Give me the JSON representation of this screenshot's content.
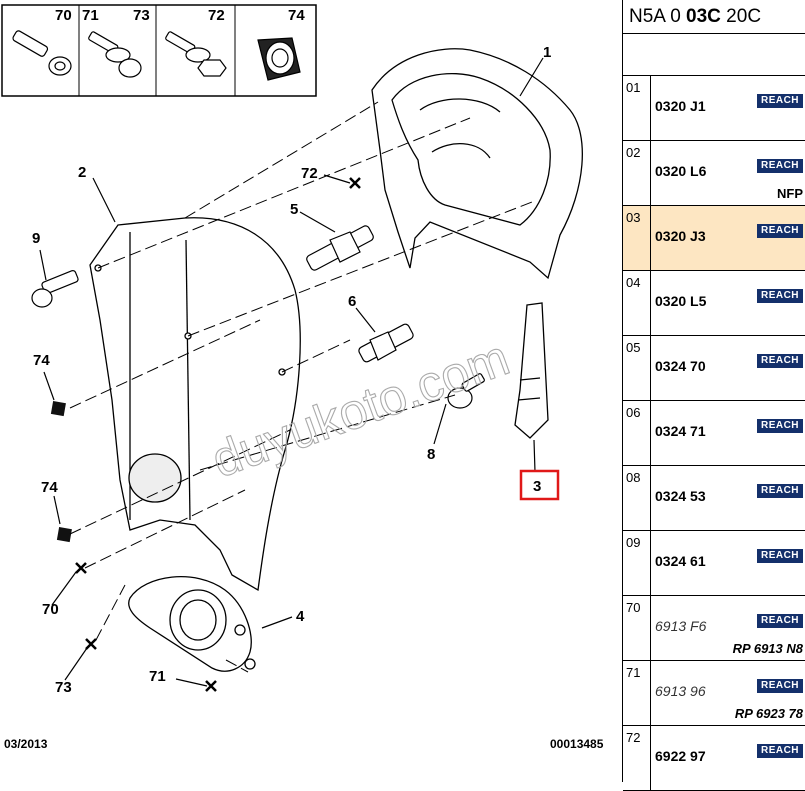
{
  "header": {
    "prefix": "N5A 0 ",
    "bold": "03C",
    "suffix": " 20C"
  },
  "parts_rows": [
    {
      "index": "01",
      "ref": "0320 J1",
      "badge": "REACH",
      "note": "",
      "selected": false,
      "italic": false
    },
    {
      "index": "02",
      "ref": "0320 L6",
      "badge": "REACH",
      "note": "NFP",
      "selected": false,
      "italic": false
    },
    {
      "index": "03",
      "ref": "0320 J3",
      "badge": "REACH",
      "note": "",
      "selected": true,
      "italic": false
    },
    {
      "index": "04",
      "ref": "0320 L5",
      "badge": "REACH",
      "note": "",
      "selected": false,
      "italic": false
    },
    {
      "index": "05",
      "ref": "0324 70",
      "badge": "REACH",
      "note": "",
      "selected": false,
      "italic": false
    },
    {
      "index": "06",
      "ref": "0324 71",
      "badge": "REACH",
      "note": "",
      "selected": false,
      "italic": false
    },
    {
      "index": "08",
      "ref": "0324 53",
      "badge": "REACH",
      "note": "",
      "selected": false,
      "italic": false
    },
    {
      "index": "09",
      "ref": "0324 61",
      "badge": "REACH",
      "note": "",
      "selected": false,
      "italic": false
    },
    {
      "index": "70",
      "ref": "6913 F6",
      "badge": "REACH",
      "note": "RP 6913 N8",
      "selected": false,
      "italic": true
    },
    {
      "index": "71",
      "ref": "6913 96",
      "badge": "REACH",
      "note": "RP 6923 78",
      "selected": false,
      "italic": true
    },
    {
      "index": "72",
      "ref": "6922 97",
      "badge": "REACH",
      "note": "",
      "selected": false,
      "italic": false
    }
  ],
  "diagram": {
    "legend_labels": [
      "70",
      "71",
      "73",
      "72",
      "74"
    ],
    "callouts": [
      "1",
      "2",
      "3",
      "4",
      "5",
      "6",
      "8",
      "9",
      "72",
      "74",
      "74",
      "70",
      "73",
      "71"
    ],
    "highlighted_callout": "3",
    "watermark": "duyukoto.com",
    "footer_date": "03/2013",
    "footer_code": "00013485"
  },
  "colors": {
    "selected_row": "#fde6c2",
    "badge": "#14306b",
    "highlight": "#e01818"
  }
}
